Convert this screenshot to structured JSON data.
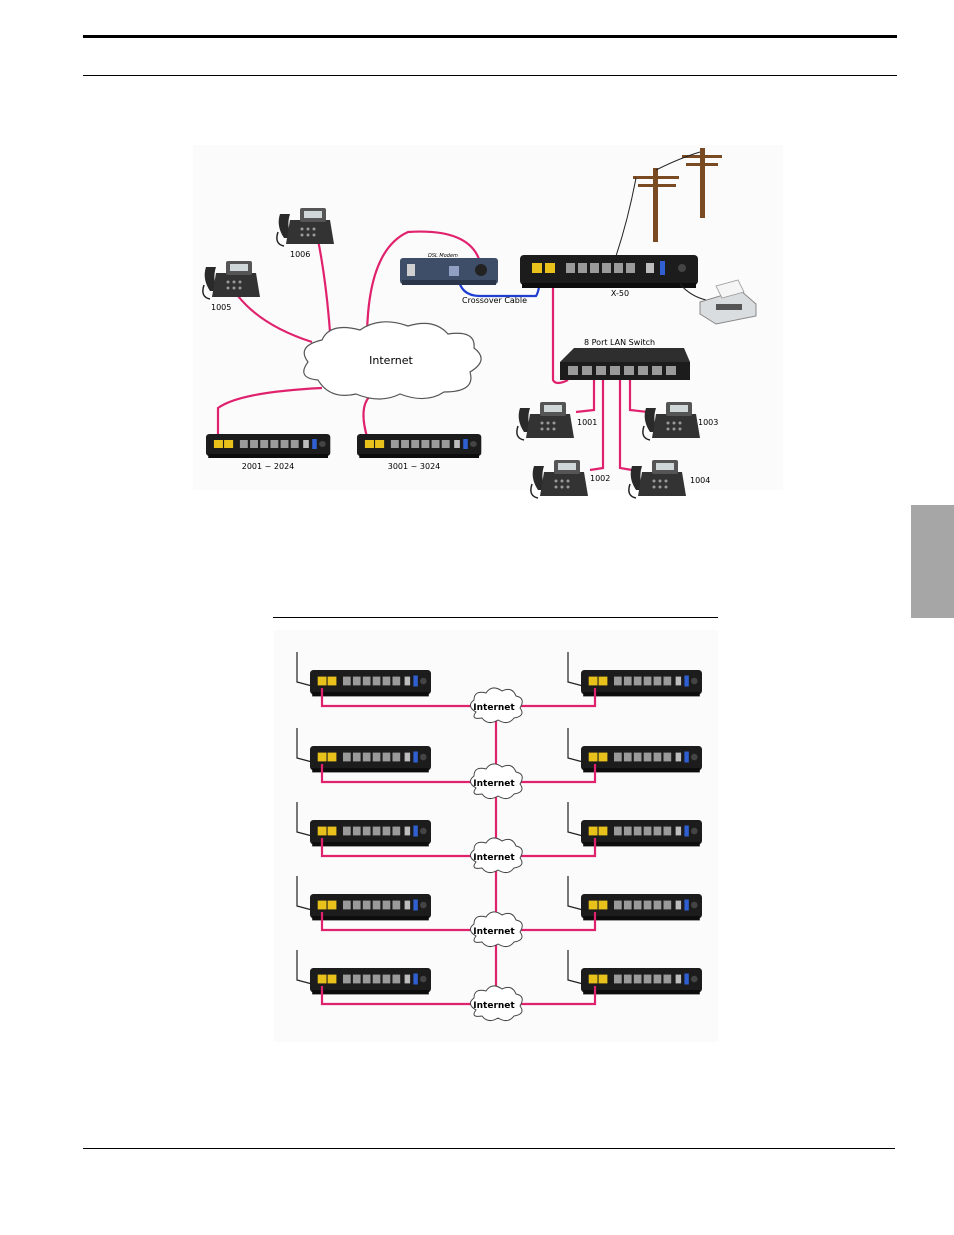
{
  "figure1": {
    "internet": "Internet",
    "dsl_modem": "DSL Modem",
    "crossover_cable": "Crossover Cable",
    "device_main": "X-50",
    "lan_switch": "8 Port LAN Switch",
    "phones": {
      "p1001": "1001",
      "p1002": "1002",
      "p1003": "1003",
      "p1004": "1004",
      "p1005": "1005",
      "p1006": "1006"
    },
    "remote_a": "2001 ~ 2024",
    "remote_b": "3001 ~ 3024"
  },
  "figure2": {
    "clouds": [
      "Internet",
      "Internet",
      "Internet",
      "Internet",
      "Internet"
    ]
  },
  "colors": {
    "cable": "#e0226e",
    "crossover": "#1e3fd1",
    "device": "#1c1c1c",
    "wan_port": "#e8c21a",
    "side_tab": "#a6a6a6"
  }
}
